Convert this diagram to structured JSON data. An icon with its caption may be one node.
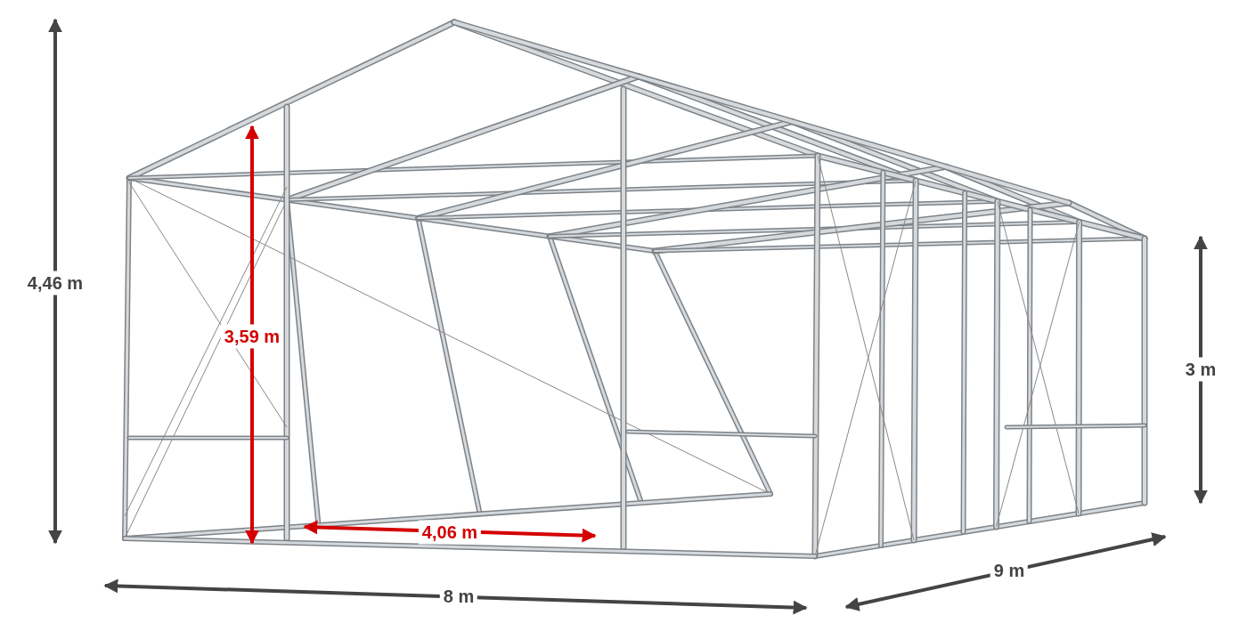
{
  "diagram": {
    "labels": [
      "4,46 m",
      "3,59 m",
      "4,06 m",
      "3 m",
      "8 m",
      "9 m"
    ]
  }
}
